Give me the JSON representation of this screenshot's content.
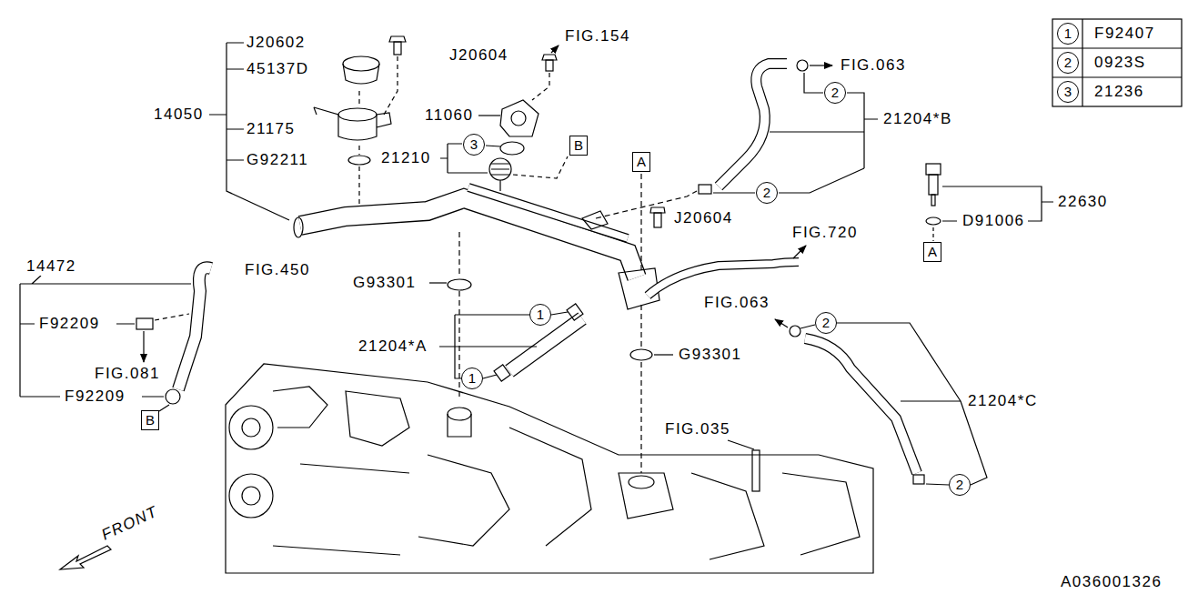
{
  "diagram": {
    "nodes": [
      {
        "text": [
          "1"
        ]
      },
      {
        "text": [
          "2"
        ]
      },
      {
        "text": [
          "2"
        ]
      },
      {
        "text": [
          "3"
        ]
      },
      {
        "text": [
          "3"
        ]
      },
      {
        "text": [
          "B"
        ]
      },
      {
        "text": [
          "A"
        ]
      },
      {
        "text": [
          "2"
        ]
      },
      {
        "text": [
          "A"
        ]
      },
      {
        "text": [
          "1"
        ]
      },
      {
        "text": [
          "2"
        ]
      },
      {
        "text": [
          "1"
        ]
      },
      {
        "text": [
          "B"
        ]
      },
      {
        "text": [
          "2"
        ]
      }
    ],
    "labels": [
      "J20602",
      "45137D",
      "14050",
      "21175",
      "G92211",
      "J20604",
      "FIG.154",
      "11060",
      "21210",
      "FIG.063",
      "21204*B",
      "F92407",
      "0923S",
      "21236",
      "22630",
      "D91006",
      "J20604",
      "FIG.720",
      "FIG.450",
      "G93301",
      "14472",
      "F92209",
      "FIG.081",
      "F92209",
      "21204*A",
      "G93301",
      "FIG.063",
      "21204*C",
      "FIG.035",
      "FRONT",
      "A036001326"
    ]
  }
}
